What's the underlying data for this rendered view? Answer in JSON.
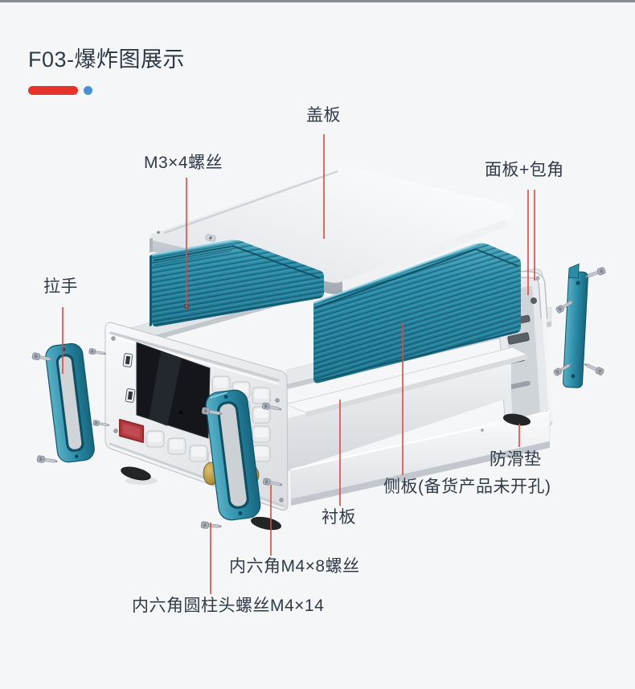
{
  "page": {
    "title": "F03-爆炸图展示"
  },
  "accents": {
    "red": "#e8332a",
    "blue": "#4a90d8",
    "teal": "#2187a3",
    "label_color": "#303b49",
    "callout_line": "#e2463c"
  },
  "callouts": [
    {
      "part": "cover-plate",
      "label": "盖板"
    },
    {
      "part": "m3x4-screws",
      "label": "M3×4螺丝"
    },
    {
      "part": "panel-and-corner-guard",
      "label": "面板+包角"
    },
    {
      "part": "pull-handle",
      "label": "拉手"
    },
    {
      "part": "anti-slip-pad",
      "label": "防滑垫"
    },
    {
      "part": "side-panel",
      "label": "侧板(备货产品未开孔)"
    },
    {
      "part": "liner-plate",
      "label": "衬板"
    },
    {
      "part": "hex-socket-m4x8-screws",
      "label": "内六角M4×8螺丝"
    },
    {
      "part": "hex-socket-cap-screws-m4x14",
      "label": "内六角圆柱头螺丝M4×14"
    }
  ]
}
